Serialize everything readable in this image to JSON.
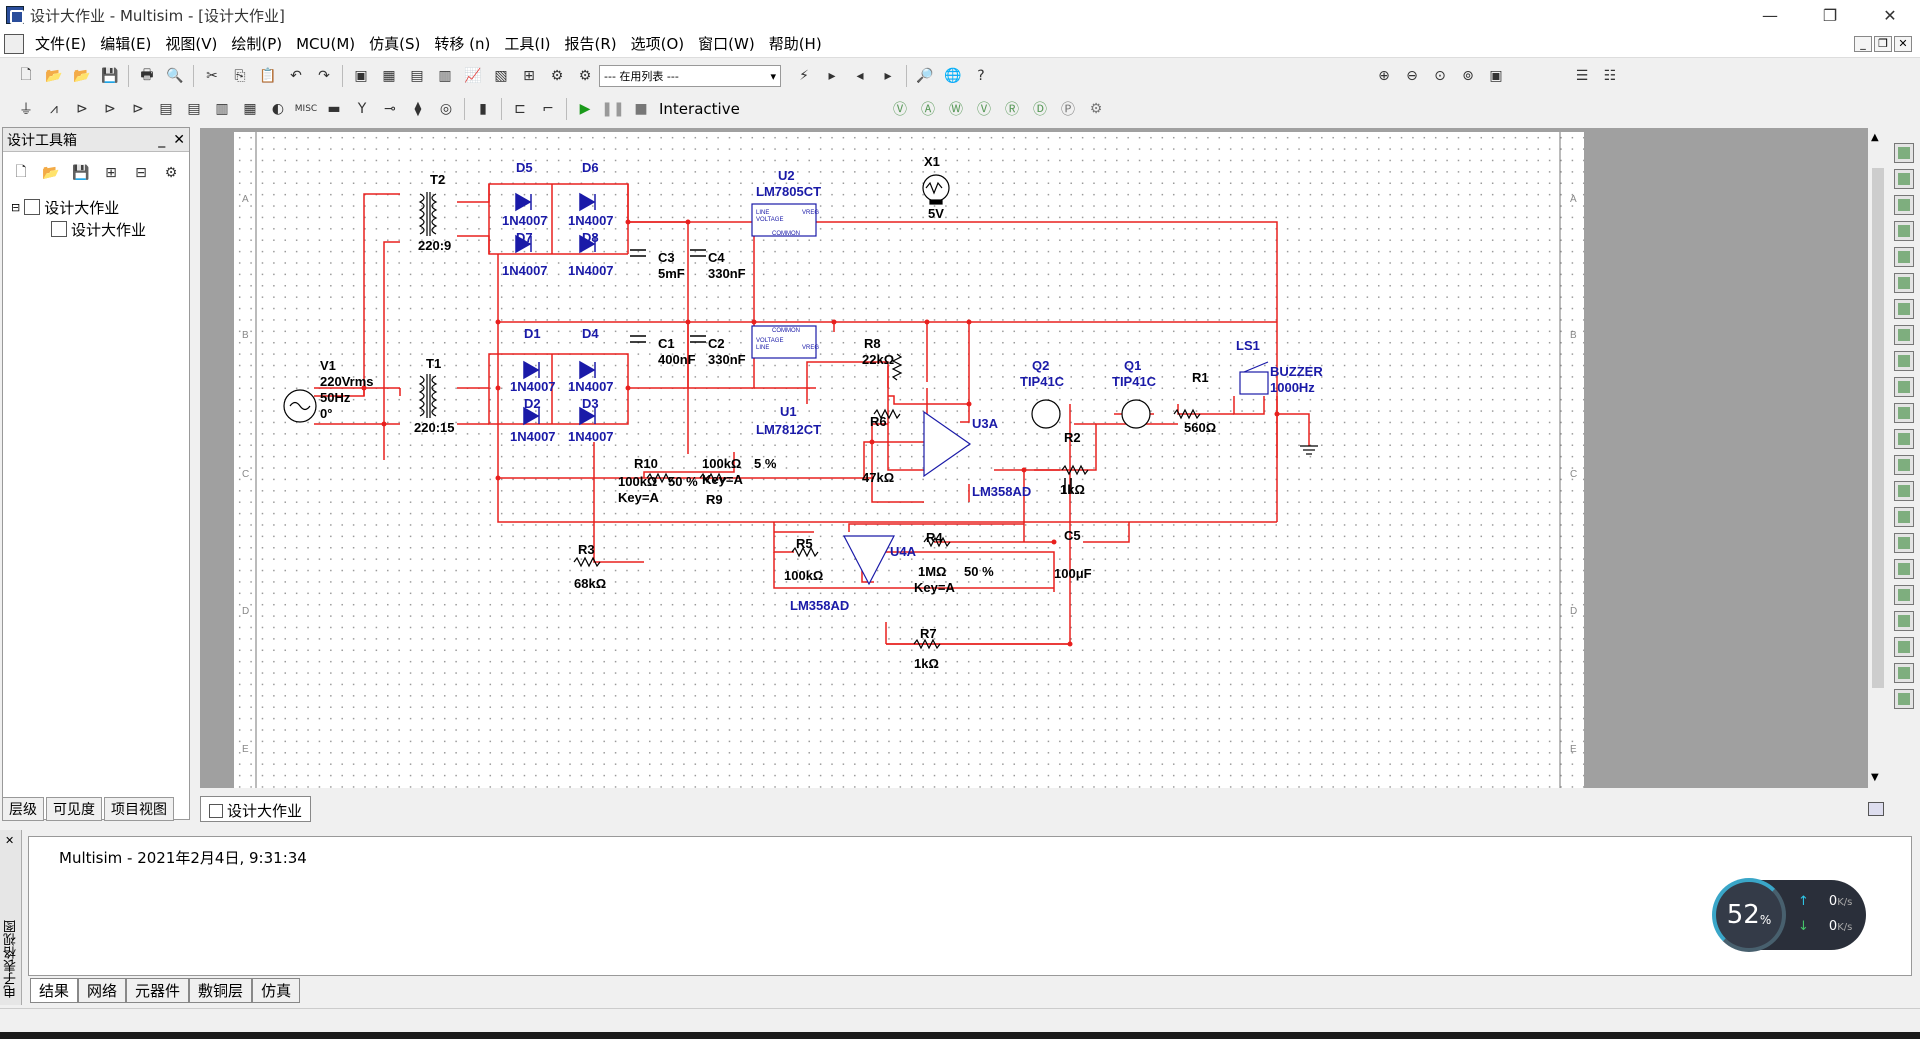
{
  "window": {
    "title": "设计大作业 - Multisim - [设计大作业]"
  },
  "menu": [
    "文件(E)",
    "编辑(E)",
    "视图(V)",
    "绘制(P)",
    "MCU(M)",
    "仿真(S)",
    "转移 (n)",
    "工具(I)",
    "报告(R)",
    "选项(O)",
    "窗口(W)",
    "帮助(H)"
  ],
  "toolbar": {
    "in_use_list": "--- 在用列表 ---",
    "interactive": "Interactive"
  },
  "toolbox": {
    "title": "设计工具箱",
    "tree_root": "设计大作业",
    "tree_child": "设计大作业",
    "tabs": [
      "层级",
      "可见度",
      "项目视图"
    ]
  },
  "document_tab": "设计大作业",
  "schematic": {
    "components": {
      "T2": {
        "ref": "T2",
        "value": "220:9"
      },
      "T1": {
        "ref": "T1",
        "value": "220:15"
      },
      "V1": {
        "ref": "V1",
        "v": "220Vrms",
        "f": "50Hz",
        "ph": "0°"
      },
      "D5": "D5",
      "D6": "D6",
      "D7": "D7",
      "D8": "D8",
      "D1": "D1",
      "D4": "D4",
      "D2": "D2",
      "D3": "D3",
      "diode_part": "1N4007",
      "C3": {
        "ref": "C3",
        "value": "5mF"
      },
      "C4": {
        "ref": "C4",
        "value": "330nF"
      },
      "C1": {
        "ref": "C1",
        "value": "400nF"
      },
      "C2": {
        "ref": "C2",
        "value": "330nF"
      },
      "U2": {
        "ref": "U2",
        "part": "LM7805CT"
      },
      "U1": {
        "ref": "U1",
        "part": "LM7812CT"
      },
      "reg_line": "LINE",
      "reg_vreg": "VREG",
      "reg_voltage": "VOLTAGE",
      "reg_common": "COMMON",
      "X1": {
        "ref": "X1",
        "value": "5V"
      },
      "R8": {
        "ref": "R8",
        "value": "22kΩ"
      },
      "Q2": {
        "ref": "Q2",
        "part": "TIP41C"
      },
      "Q1": {
        "ref": "Q1",
        "part": "TIP41C"
      },
      "LS1": {
        "ref": "LS1",
        "part": "BUZZER",
        "freq": "1000Hz"
      },
      "R1": {
        "ref": "R1",
        "value": "560Ω"
      },
      "R10": {
        "ref": "R10",
        "value": "100kΩ",
        "key": "Key=A",
        "pct": "50 %"
      },
      "R9": {
        "ref": "R9",
        "value": "100kΩ",
        "key": "Key=A",
        "pct": "5 %"
      },
      "R6": {
        "ref": "R6",
        "value": "47kΩ"
      },
      "U3A": {
        "ref": "U3A",
        "part": "LM358AD"
      },
      "R2": {
        "ref": "R2",
        "value": "1kΩ"
      },
      "C5": {
        "ref": "C5",
        "value": "100μF"
      },
      "R3": {
        "ref": "R3",
        "value": "68kΩ"
      },
      "R5": {
        "ref": "R5",
        "value": "100kΩ"
      },
      "R4": {
        "ref": "R4",
        "value": "1MΩ",
        "key": "Key=A",
        "pct": "50 %"
      },
      "U4A": {
        "ref": "U4A",
        "part": "LM358AD"
      },
      "R7": {
        "ref": "R7",
        "value": "1kΩ"
      }
    },
    "border_letters": [
      "A",
      "B",
      "C",
      "D",
      "E"
    ]
  },
  "spreadsheet": {
    "side_label": "电子表格视图",
    "message": "Multisim  -  2021年2月4日, 9:31:34",
    "tabs": [
      "结果",
      "网络",
      "元器件",
      "敷铜层",
      "仿真"
    ]
  },
  "net_widget": {
    "percent": "52",
    "percent_sign": "%",
    "up": "0",
    "down": "0",
    "unit": "K/s"
  },
  "colors": {
    "wire": "#e8201e",
    "component": "#1a1aa8",
    "label": "#000000"
  }
}
